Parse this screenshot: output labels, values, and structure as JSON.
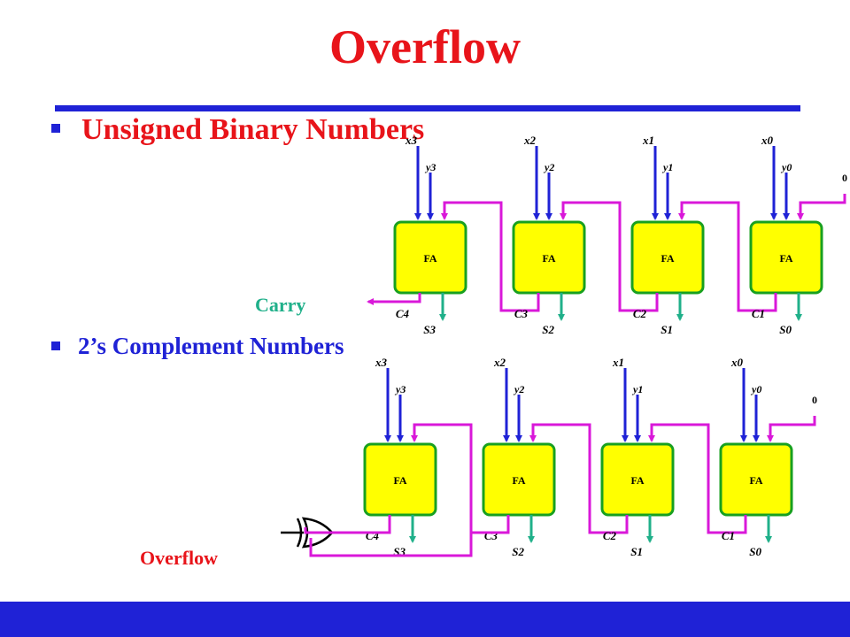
{
  "title": "Overflow",
  "bullets": [
    {
      "text": "Unsigned Binary Numbers"
    },
    {
      "text": "2’s Complement Numbers"
    }
  ],
  "annotations": {
    "carry": "Carry",
    "overflow": "Overflow"
  },
  "adder_units": [
    {
      "label": "FA",
      "x": "x3",
      "y": "y3",
      "cout": "C4",
      "sum": "S3"
    },
    {
      "label": "FA",
      "x": "x2",
      "y": "y2",
      "cout": "C3",
      "sum": "S2"
    },
    {
      "label": "FA",
      "x": "x1",
      "y": "y1",
      "cout": "C2",
      "sum": "S1"
    },
    {
      "label": "FA",
      "x": "x0",
      "y": "y0",
      "cout": "C1",
      "sum": "S0"
    }
  ],
  "carry_in": "0",
  "colors": {
    "title": "#e8141a",
    "accent_blue": "#1f22d6",
    "fa_fill": "#ffff00",
    "fa_border": "#18a01f",
    "carry_wire": "#d918d9",
    "sum_wire": "#20b08a",
    "carry_label": "#20b08a"
  }
}
